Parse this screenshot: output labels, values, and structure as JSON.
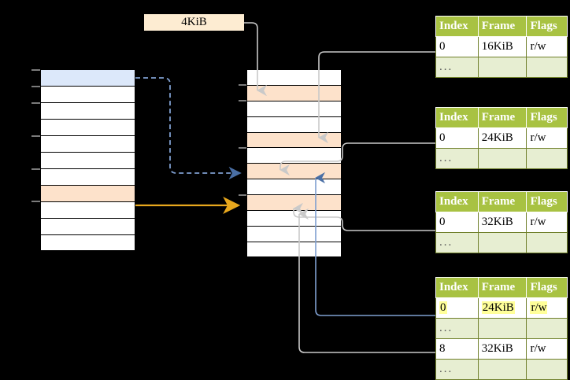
{
  "diagram": {
    "title": "page-table-walk-diagram",
    "size_label": "4KiB",
    "colors": {
      "header_green": "#a8c242",
      "row_alt_green": "#e7eed2",
      "highlight_yellow": "#ffff99",
      "peach": "#fde2cb",
      "blue_row": "#dce8fa",
      "orange_arrow": "#e8a81d",
      "blue_arrow": "#7f9fd0",
      "gray_arrow": "#c9c9c9"
    }
  },
  "left_column": {
    "name": "virtual-address-space",
    "rows": [
      {
        "label": "",
        "fill": "blue"
      },
      {
        "label": "",
        "fill": "white"
      },
      {
        "label": "",
        "fill": "white"
      },
      {
        "label": "",
        "fill": "white"
      },
      {
        "label": "",
        "fill": "white"
      },
      {
        "label": "",
        "fill": "white"
      },
      {
        "label": "",
        "fill": "white"
      },
      {
        "label": "",
        "fill": "peach"
      },
      {
        "label": "",
        "fill": "white"
      },
      {
        "label": "",
        "fill": "white"
      },
      {
        "label": "",
        "fill": "white"
      }
    ]
  },
  "middle_column": {
    "name": "physical-memory",
    "rows": [
      {
        "label": "",
        "fill": "white"
      },
      {
        "label": "",
        "fill": "peach"
      },
      {
        "label": "",
        "fill": "white"
      },
      {
        "label": "",
        "fill": "white"
      },
      {
        "label": "",
        "fill": "peach"
      },
      {
        "label": "",
        "fill": "white"
      },
      {
        "label": "",
        "fill": "peach"
      },
      {
        "label": "",
        "fill": "white"
      },
      {
        "label": "",
        "fill": "peach"
      },
      {
        "label": "",
        "fill": "white"
      },
      {
        "label": "",
        "fill": "white"
      },
      {
        "label": "",
        "fill": "white"
      }
    ]
  },
  "page_tables": [
    {
      "name": "page-table-level-1",
      "headers": [
        "Index",
        "Frame",
        "Flags"
      ],
      "rows": [
        {
          "cells": [
            "0",
            "16KiB",
            "r/w"
          ],
          "style": "normal"
        },
        {
          "cells": [
            "...",
            "",
            ""
          ],
          "style": "ellipsis"
        }
      ]
    },
    {
      "name": "page-table-level-2",
      "headers": [
        "Index",
        "Frame",
        "Flags"
      ],
      "rows": [
        {
          "cells": [
            "0",
            "24KiB",
            "r/w"
          ],
          "style": "normal"
        },
        {
          "cells": [
            "...",
            "",
            ""
          ],
          "style": "ellipsis"
        }
      ]
    },
    {
      "name": "page-table-level-3",
      "headers": [
        "Index",
        "Frame",
        "Flags"
      ],
      "rows": [
        {
          "cells": [
            "0",
            "32KiB",
            "r/w"
          ],
          "style": "normal"
        },
        {
          "cells": [
            "...",
            "",
            ""
          ],
          "style": "ellipsis"
        }
      ]
    },
    {
      "name": "page-table-level-4",
      "headers": [
        "Index",
        "Frame",
        "Flags"
      ],
      "rows": [
        {
          "cells": [
            "0",
            "24KiB",
            "r/w"
          ],
          "style": "highlight"
        },
        {
          "cells": [
            "...",
            "",
            ""
          ],
          "style": "ellipsis"
        },
        {
          "cells": [
            "8",
            "32KiB",
            "r/w"
          ],
          "style": "normal"
        },
        {
          "cells": [
            "...",
            "",
            ""
          ],
          "style": "ellipsis"
        }
      ]
    }
  ]
}
